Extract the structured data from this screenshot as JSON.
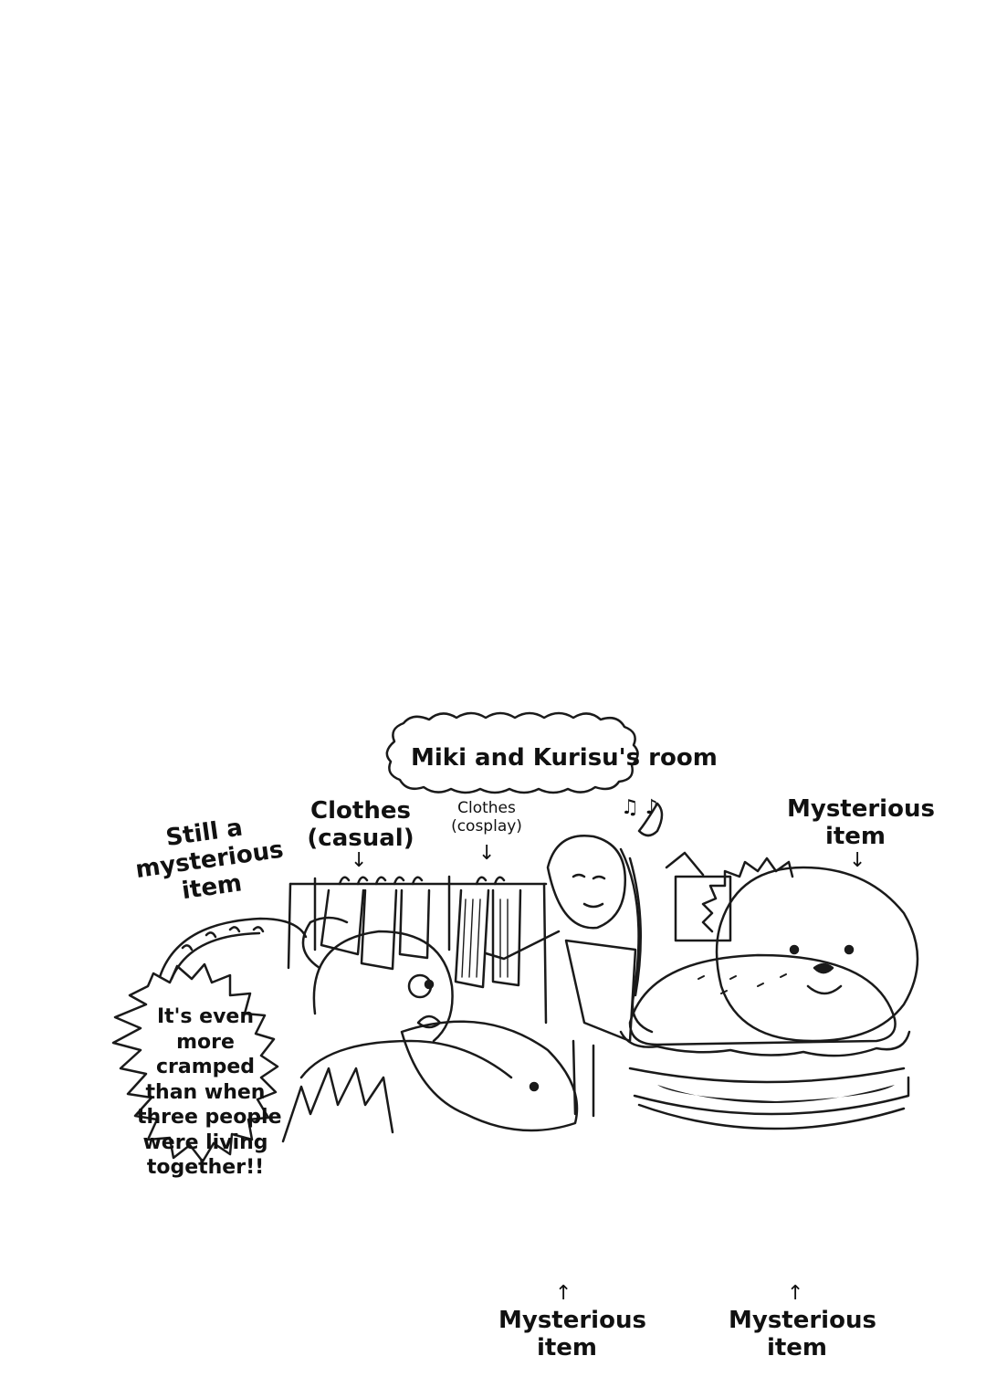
{
  "caption": {
    "title": "Miki and Kurisu's room"
  },
  "labels": {
    "still_mysterious": [
      "Still a",
      "mysterious",
      "item"
    ],
    "clothes_casual": [
      "Clothes",
      "(casual)"
    ],
    "clothes_cosplay": [
      "Clothes",
      "(cosplay)"
    ],
    "mysterious_top_right": [
      "Mysterious",
      "item"
    ],
    "mysterious_bottom_center": [
      "Mysterious",
      "item"
    ],
    "mysterious_bottom_right": [
      "Mysterious",
      "item"
    ]
  },
  "speech": {
    "lines": [
      "It's even",
      "more",
      "cramped",
      "than when",
      "three people",
      "were living",
      "together!!"
    ]
  },
  "glyphs": {
    "down_arrow": "↓",
    "up_arrow": "↑",
    "music_notes": "♫ ♪"
  }
}
